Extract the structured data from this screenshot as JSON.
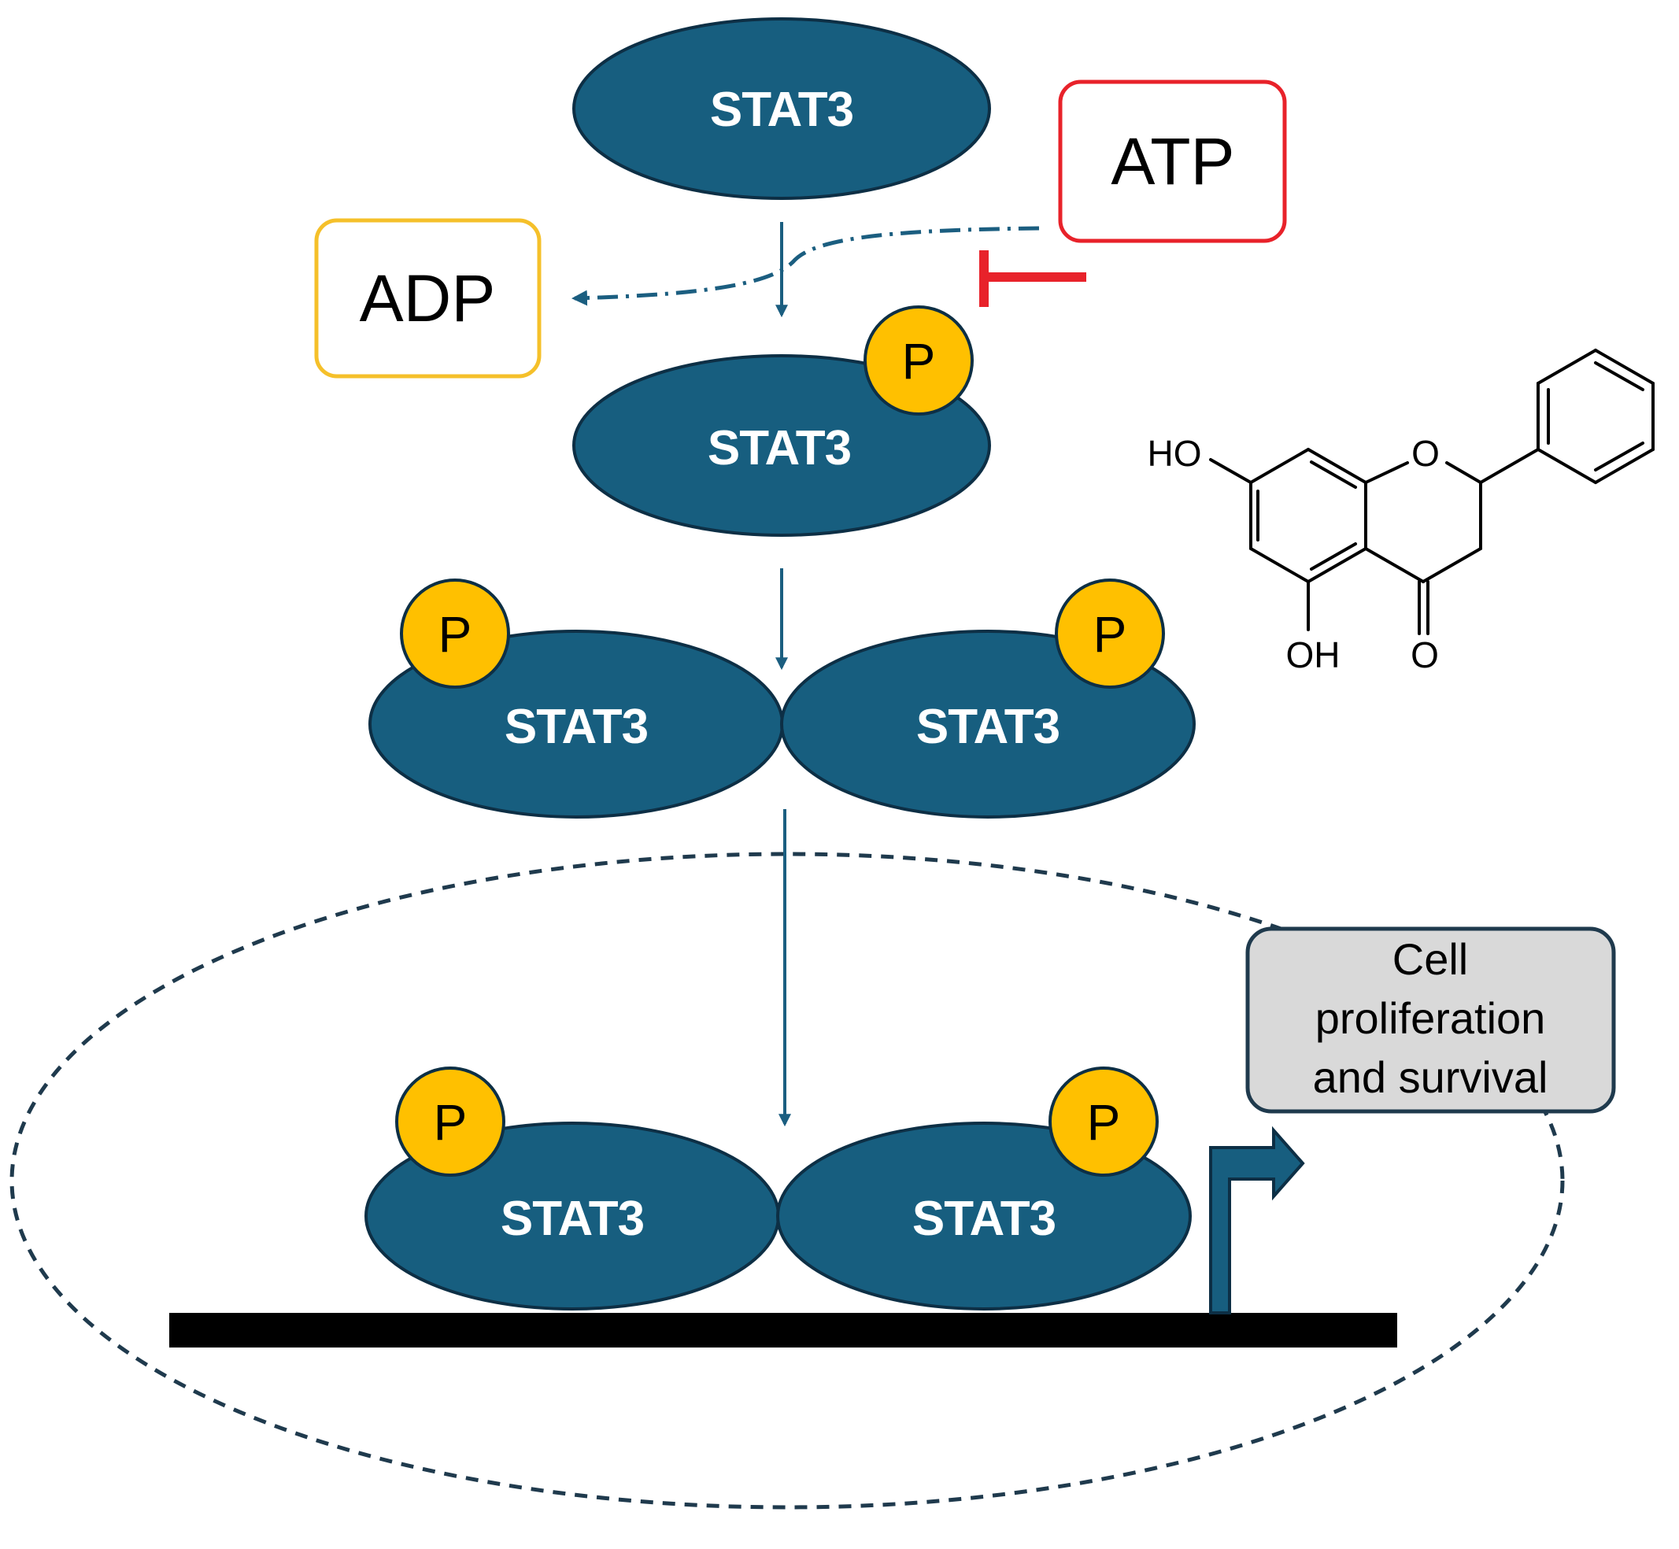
{
  "protein": {
    "label": "STAT3"
  },
  "phospho": {
    "label": "P"
  },
  "atp": {
    "label": "ATP"
  },
  "adp": {
    "label": "ADP"
  },
  "outcome": {
    "lines": [
      "Cell",
      "proliferation",
      "and survival"
    ]
  },
  "compound": {
    "hydroxyl_top": "HO",
    "hydroxyl_bottom": "OH",
    "ring_oxygen": "O",
    "carbonyl_oxygen": "O"
  },
  "colors": {
    "protein": "#175e7f",
    "protein_outline": "#0d2f45",
    "phospho": "#ffc000",
    "arrow": "#1b5e80",
    "atp_border": "#e8222a",
    "adp_border": "#f5c02a",
    "inhibition": "#e8222a",
    "outcome_fill": "#d9d9d9",
    "outcome_border": "#1f3a4d"
  }
}
